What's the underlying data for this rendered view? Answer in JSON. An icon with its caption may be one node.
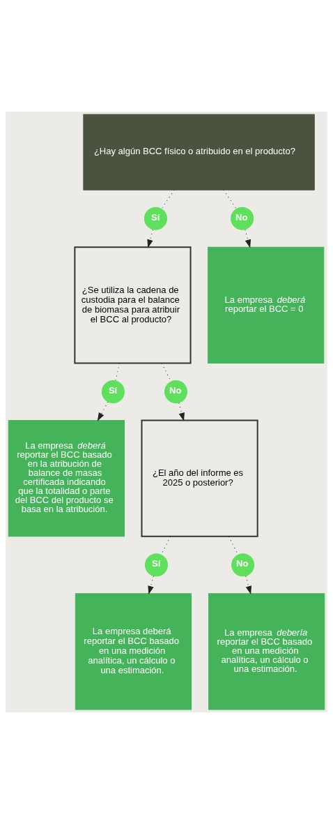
{
  "diagram": {
    "nodes": [
      {
        "text": [
          "¿Hay algún BCC físico o atribuido en el producto?"
        ]
      },
      {
        "text": [
          "Sí"
        ]
      },
      {
        "text": [
          "No"
        ]
      },
      {
        "text": [
          "¿Se utiliza la cadena de custodia para el balance de biomasa para atribuir el BCC al producto?"
        ]
      },
      {
        "text": [
          "La empresa *deberá* reportar el BCC = 0"
        ]
      },
      {
        "text": [
          "Sí"
        ]
      },
      {
        "text": [
          "No"
        ]
      },
      {
        "text": [
          "La empresa *deberá* reportar el BCC basado en la atribución de balance de masas certificada indicando que la totalidad o parte del BCC del producto se basa en la atribución."
        ]
      },
      {
        "text": [
          "¿El año del informe es 2025 o posterior?"
        ]
      },
      {
        "text": [
          "Sí"
        ]
      },
      {
        "text": [
          "No"
        ]
      },
      {
        "text": [
          "La empresa deberá reportar el BCC basado en una medición analítica, un cálculo o una estimación."
        ]
      },
      {
        "text": [
          "La empresa *debería* reportar el BCC basado en una medición analítica, un cálculo o una estimación."
        ]
      }
    ],
    "edges": [
      {
        "from": 0,
        "to": 1,
        "arrow": "none"
      },
      {
        "from": 0,
        "to": 2,
        "arrow": "none"
      },
      {
        "from": 1,
        "to": 3,
        "arrow": "to"
      },
      {
        "from": 2,
        "to": 4,
        "arrow": "to"
      },
      {
        "from": 3,
        "to": 5,
        "arrow": "none"
      },
      {
        "from": 3,
        "to": 6,
        "arrow": "none"
      },
      {
        "from": 5,
        "to": 7,
        "arrow": "to"
      },
      {
        "from": 6,
        "to": 8,
        "arrow": "to"
      },
      {
        "from": 8,
        "to": 9,
        "arrow": "none"
      },
      {
        "from": 8,
        "to": 10,
        "arrow": "none"
      },
      {
        "from": 9,
        "to": 11,
        "arrow": "to"
      },
      {
        "from": 10,
        "to": 12,
        "arrow": "to"
      }
    ]
  }
}
